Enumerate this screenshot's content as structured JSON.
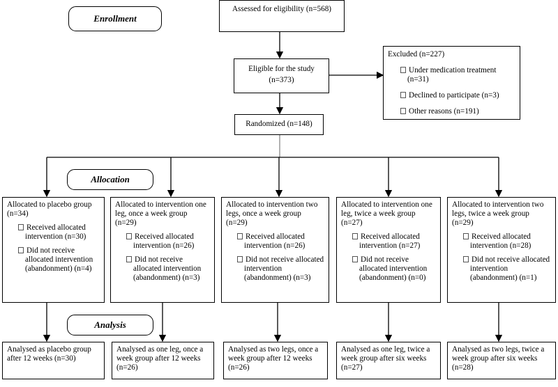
{
  "stages": {
    "enrollment": "Enrollment",
    "allocation": "Allocation",
    "analysis": "Analysis"
  },
  "assessed": "Assessed for eligibility (n=568)",
  "eligible": {
    "line1": "Eligible for the study",
    "line2": "(n=373)"
  },
  "excluded": {
    "title": "Excluded (n=227)",
    "items": [
      "Under medication treatment (n=31)",
      "Declined to participate (n=3)",
      "Other reasons (n=191)"
    ]
  },
  "randomized": "Randomized (n=148)",
  "groups": [
    {
      "title": "Allocated to placebo group (n=34)",
      "received": "Received allocated intervention (n=30)",
      "not_received": "Did not receive allocated intervention (abandonment) (n=4)",
      "analysis": "Analysed as placebo group after 12 weeks (n=30)"
    },
    {
      "title": "Allocated to intervention one leg, once a week group (n=29)",
      "received": "Received allocated intervention (n=26)",
      "not_received": "Did not receive allocated intervention (abandonment) (n=3)",
      "analysis": "Analysed as one leg, once a week group after 12 weeks (n=26)"
    },
    {
      "title": "Allocated to intervention two legs, once a week group (n=29)",
      "received": "Received allocated intervention (n=26)",
      "not_received": "Did not receive allocated intervention (abandonment) (n=3)",
      "analysis": "Analysed as two legs, once a week group after 12 weeks (n=26)"
    },
    {
      "title": "Allocated to intervention one leg, twice a week group (n=27)",
      "received": "Received allocated intervention (n=27)",
      "not_received": "Did not receive allocated intervention (abandonment) (n=0)",
      "analysis": "Analysed as one leg, twice a week group after six weeks (n=27)"
    },
    {
      "title": "Allocated to intervention two legs, twice a week group (n=29)",
      "received": "Received allocated intervention (n=28)",
      "not_received": "Did not receive allocated intervention (abandonment) (n=1)",
      "analysis": "Analysed as two legs, twice a week group after six weeks (n=28)"
    }
  ]
}
